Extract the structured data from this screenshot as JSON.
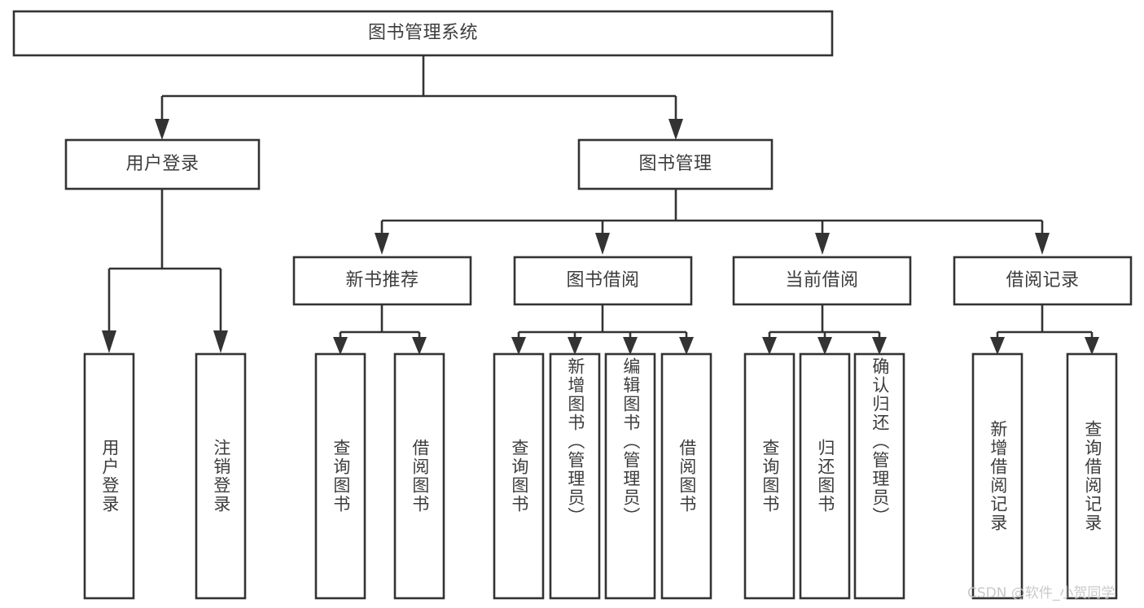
{
  "diagram": {
    "type": "tree-hierarchy",
    "root": {
      "id": "root",
      "label": "图书管理系统",
      "orientation": "horizontal"
    },
    "level2": [
      {
        "id": "user-login",
        "label": "用户登录",
        "orientation": "horizontal"
      },
      {
        "id": "book-management",
        "label": "图书管理",
        "orientation": "horizontal"
      }
    ],
    "level3": [
      {
        "id": "new-book-recommend",
        "label": "新书推荐",
        "orientation": "horizontal",
        "parent": "book-management"
      },
      {
        "id": "book-borrow",
        "label": "图书借阅",
        "orientation": "horizontal",
        "parent": "book-management"
      },
      {
        "id": "current-borrow",
        "label": "当前借阅",
        "orientation": "horizontal",
        "parent": "book-management"
      },
      {
        "id": "borrow-record",
        "label": "借阅记录",
        "orientation": "horizontal",
        "parent": "book-management"
      }
    ],
    "leaves": [
      {
        "id": "leaf-user-login",
        "label": "用户登录",
        "parent": "user-login",
        "orientation": "vertical"
      },
      {
        "id": "leaf-user-logout",
        "label": "注销登录",
        "parent": "user-login",
        "orientation": "vertical"
      },
      {
        "id": "leaf-query-book-1",
        "label": "查询图书",
        "parent": "new-book-recommend",
        "orientation": "vertical"
      },
      {
        "id": "leaf-borrow-book-1",
        "label": "借阅图书",
        "parent": "new-book-recommend",
        "orientation": "vertical"
      },
      {
        "id": "leaf-query-book-2",
        "label": "查询图书",
        "parent": "book-borrow",
        "orientation": "vertical"
      },
      {
        "id": "leaf-add-book",
        "label": "新增图书（管理员）",
        "parent": "book-borrow",
        "orientation": "vertical"
      },
      {
        "id": "leaf-edit-book",
        "label": "编辑图书（管理员）",
        "parent": "book-borrow",
        "orientation": "vertical"
      },
      {
        "id": "leaf-borrow-book-2",
        "label": "借阅图书",
        "parent": "book-borrow",
        "orientation": "vertical"
      },
      {
        "id": "leaf-query-book-3",
        "label": "查询图书",
        "parent": "current-borrow",
        "orientation": "vertical"
      },
      {
        "id": "leaf-return-book",
        "label": "归还图书",
        "parent": "current-borrow",
        "orientation": "vertical"
      },
      {
        "id": "leaf-confirm-return",
        "label": "确认归还（管理员）",
        "parent": "current-borrow",
        "orientation": "vertical"
      },
      {
        "id": "leaf-add-record",
        "label": "新增借阅记录",
        "parent": "borrow-record",
        "orientation": "vertical"
      },
      {
        "id": "leaf-query-record",
        "label": "查询借阅记录",
        "parent": "borrow-record",
        "orientation": "vertical"
      }
    ]
  },
  "watermark": {
    "text": "CSDN @软件_小贺同学"
  },
  "colors": {
    "stroke": "#333333",
    "box_fill": "#ffffff",
    "text": "#3d3d3d",
    "background": "#ffffff",
    "watermark": "#c9c9c9"
  }
}
